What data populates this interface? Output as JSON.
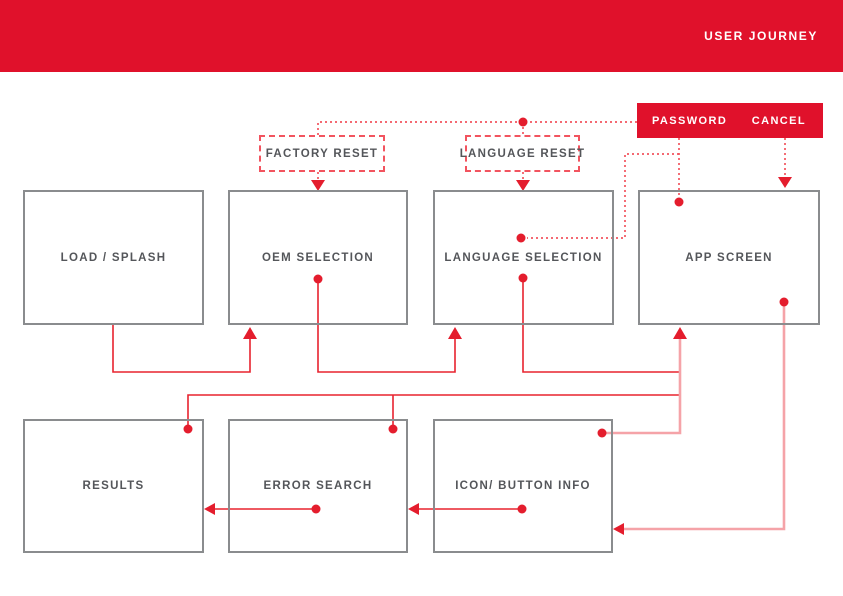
{
  "header": {
    "title": "USER JOURNEY"
  },
  "colors": {
    "header_red": "#e0112b",
    "solid_line": "#e8232f",
    "pink_line": "#f5a3a8",
    "dotted_line": "#f2545f",
    "arrow_red": "#e41d2d",
    "dot_red": "#e41d2d",
    "box_border": "#8a8c8e",
    "label_text": "#54565a"
  },
  "password_bar": {
    "password_label": "PASSWORD",
    "cancel_label": "CANCEL"
  },
  "reset_boxes": {
    "factory": "FACTORY RESET",
    "language": "LANGUAGE RESET"
  },
  "screens": {
    "load_splash": "LOAD / SPLASH",
    "oem": "OEM SELECTION",
    "language": "LANGUAGE SELECTION",
    "app": "APP SCREEN",
    "results": "RESULTS",
    "error_search": "ERROR SEARCH",
    "icon_button": "ICON/ BUTTON INFO"
  }
}
